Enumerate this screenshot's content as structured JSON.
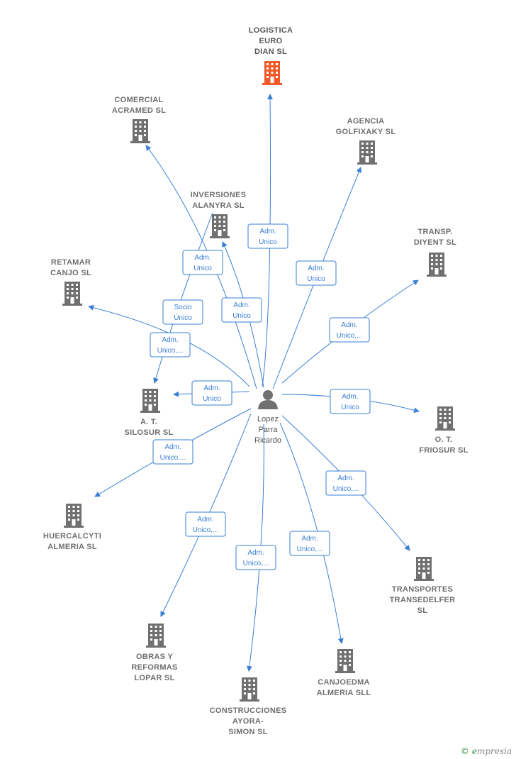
{
  "center": {
    "name_lines": [
      "Lopez",
      "Parra",
      "Ricardo"
    ],
    "icon": "person-icon"
  },
  "companies": [
    {
      "id": "logistica",
      "lines": [
        "LOGISTICA",
        "EURO",
        "DIAN  SL"
      ],
      "highlight": true
    },
    {
      "id": "comercial",
      "lines": [
        "COMERCIAL",
        "ACRAMED  SL"
      ]
    },
    {
      "id": "agencia",
      "lines": [
        "AGENCIA",
        "GOLFIXAKY  SL"
      ]
    },
    {
      "id": "inversiones",
      "lines": [
        "INVERSIONES",
        "ALANYRA  SL"
      ]
    },
    {
      "id": "transp",
      "lines": [
        "TRANSP.",
        "DIYENT  SL"
      ]
    },
    {
      "id": "retamar",
      "lines": [
        "RETAMAR",
        "CANJO SL"
      ]
    },
    {
      "id": "silosur",
      "lines": [
        "A. T.",
        "SILOSUR  SL"
      ]
    },
    {
      "id": "friosur",
      "lines": [
        "O. T.",
        "FRIOSUR  SL"
      ]
    },
    {
      "id": "huercalcyti",
      "lines": [
        "HUERCALCYTI",
        "ALMERIA SL"
      ]
    },
    {
      "id": "transportes",
      "lines": [
        "TRANSPORTES",
        "TRANSEDELFER",
        "SL"
      ]
    },
    {
      "id": "obras",
      "lines": [
        "OBRAS Y",
        "REFORMAS",
        "LOPAR  SL"
      ]
    },
    {
      "id": "canjoedma",
      "lines": [
        "CANJOEDMA",
        "ALMERIA  SLL"
      ]
    },
    {
      "id": "construcciones",
      "lines": [
        "CONSTRUCCIONES",
        "AYORA-",
        "SIMON  SL"
      ]
    }
  ],
  "edges": [
    {
      "to": "logistica",
      "label": [
        "Adm.",
        "Unico"
      ]
    },
    {
      "to": "comercial",
      "label": [
        "Adm.",
        "Unico"
      ]
    },
    {
      "to": "agencia",
      "label": [
        "Adm.",
        "Unico"
      ]
    },
    {
      "to": "inversiones",
      "label": [
        "Adm.",
        "Unico"
      ]
    },
    {
      "to": "transp",
      "label": [
        "Adm.",
        "Unico,..."
      ]
    },
    {
      "to": "retamar",
      "label": [
        "Adm.",
        "Unico,..."
      ]
    },
    {
      "to": "silosur",
      "label": [
        "Adm.",
        "Unico"
      ]
    },
    {
      "to": "silosur",
      "label": [
        "Socio",
        "Único"
      ]
    },
    {
      "to": "friosur",
      "label": [
        "Adm.",
        "Unico"
      ]
    },
    {
      "to": "huercalcyti",
      "label": [
        "Adm.",
        "Unico,..."
      ]
    },
    {
      "to": "transportes",
      "label": [
        "Adm.",
        "Unico,..."
      ]
    },
    {
      "to": "obras",
      "label": [
        "Adm.",
        "Unico,..."
      ]
    },
    {
      "to": "canjoedma",
      "label": [
        "Adm.",
        "Unico,..."
      ]
    },
    {
      "to": "construcciones",
      "label": [
        "Adm.",
        "Unico,..."
      ]
    }
  ],
  "colors": {
    "edge": "#3a7fd5",
    "building": "#707070",
    "highlight": "#f05a28"
  },
  "brand": {
    "copyright": "©",
    "initial": "e",
    "name": "mpresia"
  }
}
